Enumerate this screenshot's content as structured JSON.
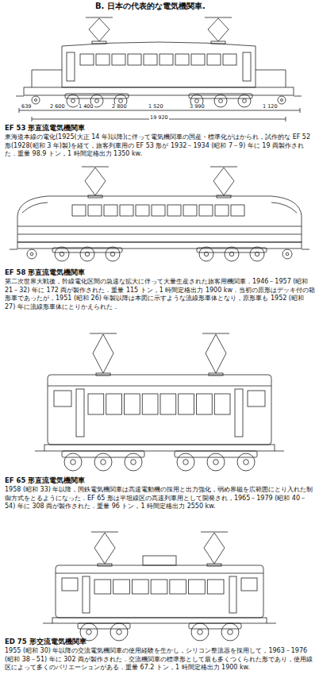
{
  "diagram": {
    "title": "B. 日本の代表的な電気機関車.",
    "labels": [
      "EF 53 形直流電気機関車",
      "東海道本線の電化(1925(大正 14 年)以降)に伴って電気機関車の国産・標準化がはかられ，試作的な EF 52 形(1928(昭和 3 年)製)を経て，旅客列車用の EF 53 形が 1932－1934 (昭和 7－9) 年に 19 両製作された．重量 98.9 トン，1 時間定格出力 1350 kw.",
      "EF 58 形直流電気機関車",
      "第二次世界大戦後，幹線電化区間の急速な拡大に伴って大量生産された旅客用機関車．1946－1957 (昭和 21－32) 年に 172 両が製作された．重量 115 トン，1 時間定格出力 1900 kw．当初の原形はデッキ付の箱形車であったが，1951 (昭和 26) 年製以降は本図に示すような流線形車体となり，原形車も 1952 (昭和 27) 年に流線形車体にとりかえられた．",
      "EF 65 形直流電気機関車",
      "1958 (昭和 33) 年以降，国鉄電気機関車は高速電動機の採用と出力強化，弱め界磁を広範囲にとり入れた制御方式をとるようになった．EF 65 形は平坦線区の高速列車用として開発され，1965－1979 (昭和 40－54) 年に 308 両が製作された．重量 96 トン，1 時間定格出力 2550 kw.",
      "ED 75 形交流電気機関車",
      "1955 (昭和 30) 年以降の交流電気機関車の使用経験を生かし，シリコン整流器を採用して，1963－1976 (昭和 38－51) 年に 302 両が製作された．交流機関車の標準形として最も多くつくられた形であり，使用線区によって多くのバリエーションがある．重量 67.2 トン，1 時間定格出力 1900 kw.",
      "639",
      "2 600",
      "1 400",
      "2 800",
      "1 520",
      "3 990",
      "1 120",
      "19 920"
    ]
  }
}
